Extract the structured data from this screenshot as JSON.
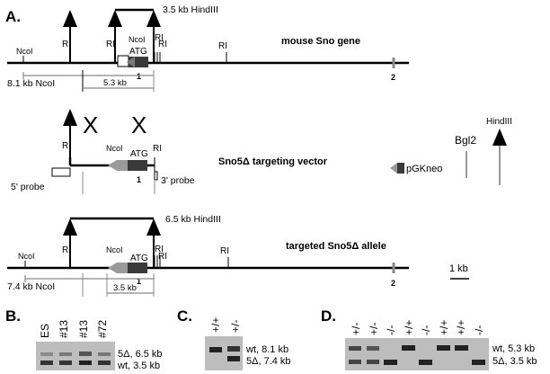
{
  "panels": {
    "A": "A.",
    "B": "B.",
    "C": "C.",
    "D": "D."
  },
  "a": {
    "wt_title": "mouse Sno gene",
    "vector_title": "Sno5Δ targeting vector",
    "targeted_title": "targeted Sno5Δ allele",
    "wt_hind": "3.5 kb HindIII",
    "tg_hind": "6.5 kb HindIII",
    "wt_ncol": "8.1 kb NcoI",
    "tg_ncol": "7.4 kb NcoI",
    "wt_53": "5.3 kb",
    "tg_35": "3.5 kb",
    "ncol": "NcoI",
    "ri": "RI",
    "atg": "ATG",
    "exon1": "1",
    "exon2": "2",
    "x": "X",
    "probe5": "5' probe",
    "probe3": "3' probe",
    "pgk": "pGKneo",
    "bgl2": "Bgl2",
    "hindiii": "HindIII",
    "scale": "1 kb"
  },
  "b": {
    "lanes": [
      "ES",
      "#13",
      "#13",
      "#72"
    ],
    "band_top": "5Δ, 6.5 kb",
    "band_bottom": "wt, 3.5 kb"
  },
  "c": {
    "lanes": [
      "+/+",
      "+/-"
    ],
    "band_top": "wt, 8.1 kb",
    "band_bottom": "5Δ, 7.4 kb"
  },
  "d": {
    "lanes": [
      "+/-",
      "+/-",
      "-/-",
      "+/+",
      "-/-",
      "+/+",
      "+/+",
      "-/-"
    ],
    "band_top": "wt, 5.3 kb",
    "band_bottom": "5Δ, 3.5 kb"
  }
}
